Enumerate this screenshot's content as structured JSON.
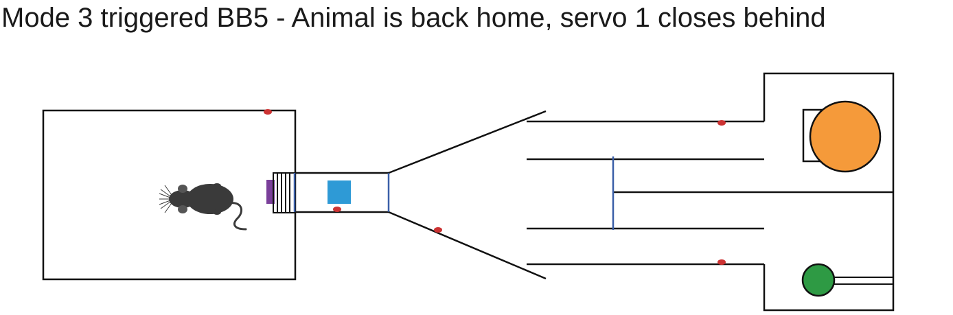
{
  "title": "Mode 3 triggered BB5 - Animal is back home, servo 1 closes behind",
  "colors": {
    "wall": "#111111",
    "beam_sensor": "#cc3333",
    "servo_gate": "#3a5fa8",
    "servo_block": "#7a3f9a",
    "animal_cube": "#2e9ad6",
    "food_pellet": "#f59a3a",
    "water_spout": "#2e9a44",
    "mouse": "#3a3a3a"
  },
  "icons": {
    "animal": "mouse-icon",
    "food": "circle-filled",
    "water": "circle-filled"
  }
}
